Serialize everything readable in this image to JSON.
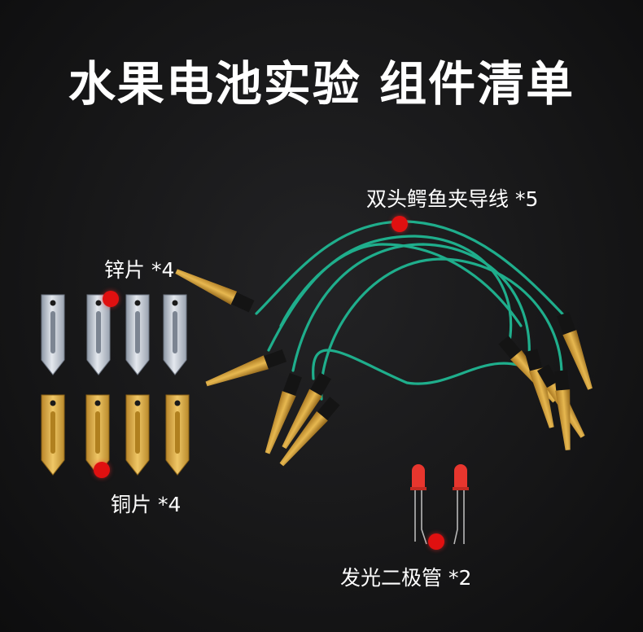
{
  "title": "水果电池实验 组件清单",
  "components": {
    "wires_label": "双头鳄鱼夹导线   *5",
    "zinc_label": "锌片 *4",
    "copper_label": "铜片   *4",
    "led_label": "发光二极管  *2"
  },
  "colors": {
    "wire": "#1fae8c",
    "zinc": "#c9ced6",
    "copper": "#d8a53a",
    "marker": "#e01010"
  }
}
